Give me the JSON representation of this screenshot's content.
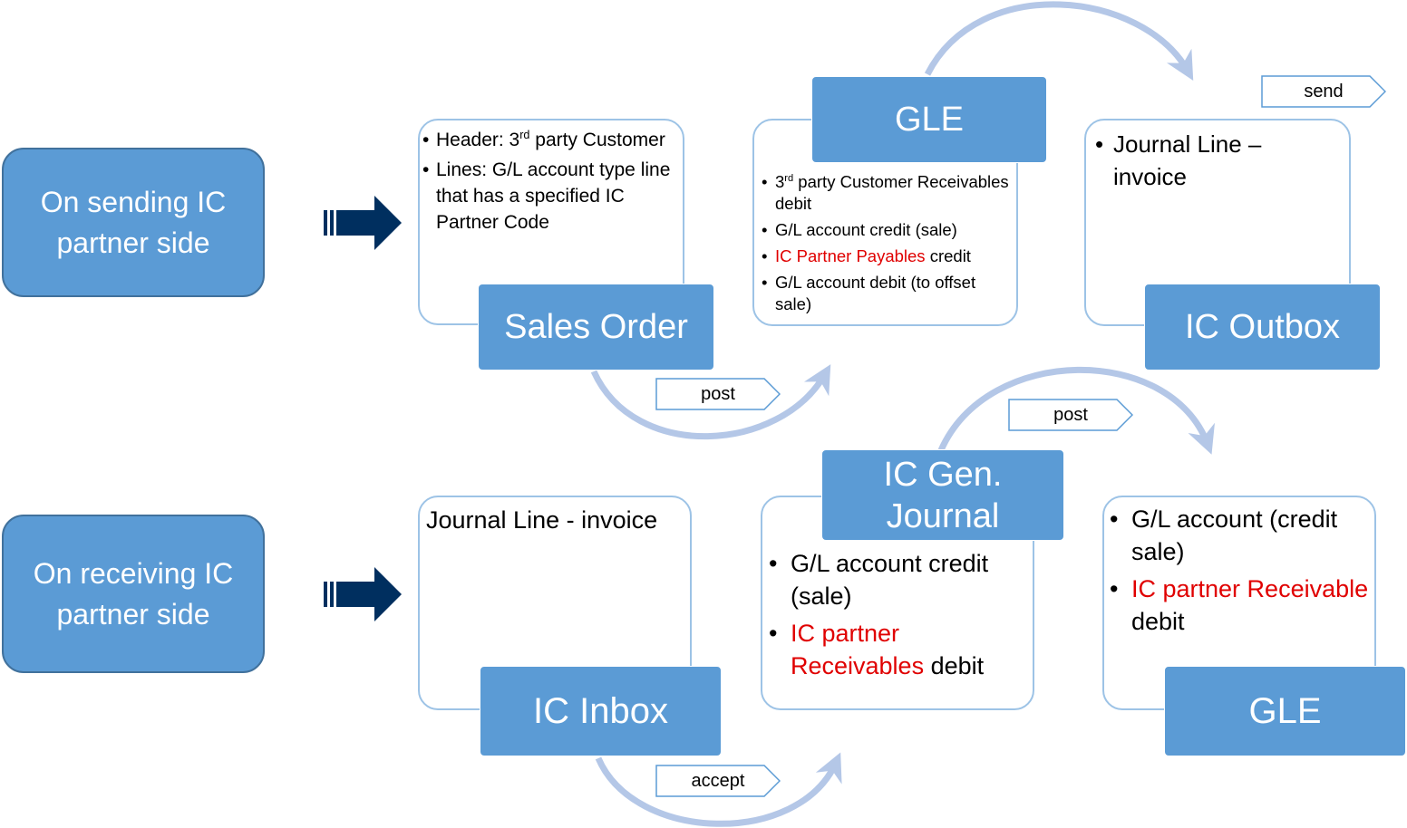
{
  "sending": {
    "side_label": "On sending IC partner side",
    "sales_order": {
      "title": "Sales Order",
      "bullets": [
        {
          "pre": "Header: 3",
          "sup": "rd",
          "post": " party Customer"
        },
        {
          "text": "Lines: G/L account type line that has a specified IC Partner Code"
        }
      ]
    },
    "gle": {
      "title": "GLE",
      "bullets": [
        {
          "pre": "3",
          "sup": "rd",
          "post": " party Customer Receivables debit"
        },
        {
          "text": "G/L account  credit (sale)"
        },
        {
          "red": "IC Partner Payables",
          "post": " credit"
        },
        {
          "text": "G/L account  debit (to offset sale)"
        }
      ]
    },
    "outbox": {
      "title": "IC Outbox",
      "bullets": [
        {
          "text": "Journal Line – invoice"
        }
      ]
    },
    "post_label": "post",
    "send_label": "send"
  },
  "receiving": {
    "side_label": "On receiving IC partner side",
    "inbox": {
      "title": "IC Inbox",
      "text": "Journal Line - invoice"
    },
    "gen_journal": {
      "title": "IC Gen. Journal",
      "bullets": [
        {
          "text": "G/L account credit (sale)"
        },
        {
          "red": " IC partner Receivables",
          "post": " debit"
        }
      ]
    },
    "gle": {
      "title": "GLE",
      "bullets": [
        {
          "text": "G/L account (credit sale)"
        },
        {
          "red": " IC partner Receivable",
          "post": " debit"
        }
      ]
    },
    "accept_label": "accept",
    "post_label": "post"
  },
  "colors": {
    "box_fill": "#5b9bd5",
    "card_border": "#9dc3e6",
    "arc": "#b4c7e7",
    "block_arrow": "#002f5f",
    "highlight": "#e00000"
  }
}
